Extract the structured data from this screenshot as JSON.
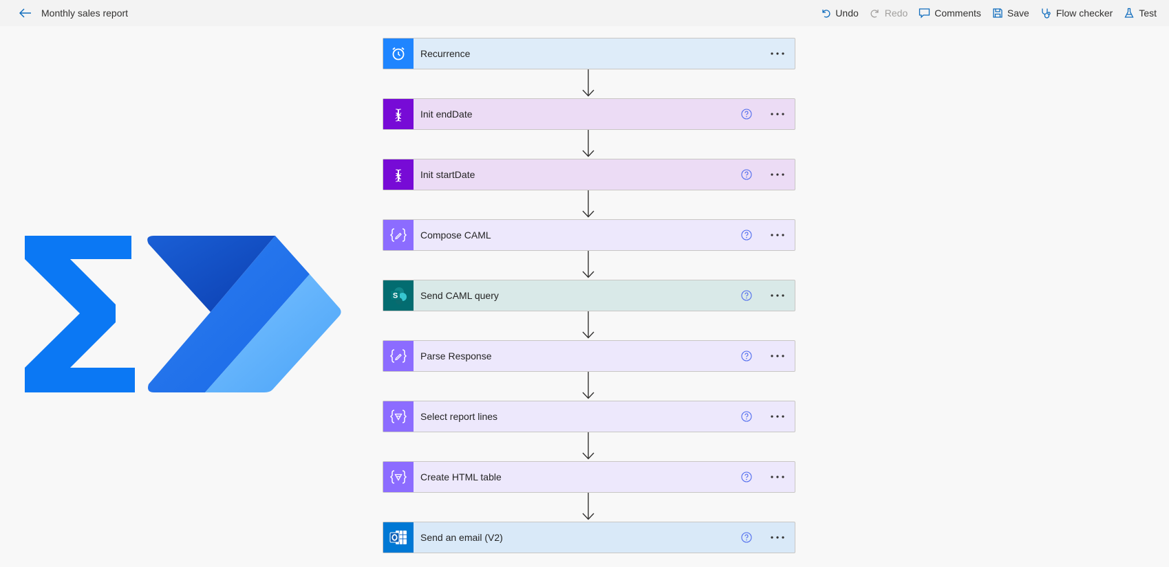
{
  "header": {
    "title": "Monthly sales report",
    "commands": [
      {
        "id": "undo",
        "label": "Undo",
        "icon": "undo-icon",
        "disabled": false
      },
      {
        "id": "redo",
        "label": "Redo",
        "icon": "redo-icon",
        "disabled": true
      },
      {
        "id": "comments",
        "label": "Comments",
        "icon": "comment-icon",
        "disabled": false
      },
      {
        "id": "save",
        "label": "Save",
        "icon": "save-icon",
        "disabled": false
      },
      {
        "id": "flow-checker",
        "label": "Flow checker",
        "icon": "stethoscope-icon",
        "disabled": false
      },
      {
        "id": "test",
        "label": "Test",
        "icon": "flask-icon",
        "disabled": false
      }
    ]
  },
  "colors": {
    "accent": "#0f6cbd",
    "schedule_bg": "#deecf9",
    "schedule_icon": "#1f85ff",
    "variable_bg": "#ecdcf5",
    "variable_icon": "#770bd6",
    "dataop_bg": "#ede8fc",
    "dataop_icon": "#8c6cff",
    "sharepoint_bg": "#d9e9e8",
    "sharepoint_icon": "#036c70",
    "outlook_bg": "#d9e9f8",
    "outlook_icon": "#0078d4"
  },
  "steps": [
    {
      "label": "Recurrence",
      "kind": "schedule",
      "icon": "alarm-clock-icon",
      "help": false
    },
    {
      "label": "Init endDate",
      "kind": "variable",
      "icon": "variable-icon",
      "help": true
    },
    {
      "label": "Init startDate",
      "kind": "variable",
      "icon": "variable-icon",
      "help": true
    },
    {
      "label": "Compose CAML",
      "kind": "dataop",
      "icon": "compose-icon",
      "help": true
    },
    {
      "label": "Send CAML query",
      "kind": "sharepoint",
      "icon": "sharepoint-icon",
      "help": true
    },
    {
      "label": "Parse Response",
      "kind": "dataop",
      "icon": "compose-icon",
      "help": true
    },
    {
      "label": "Select report lines",
      "kind": "dataop",
      "icon": "select-icon",
      "help": true
    },
    {
      "label": "Create HTML table",
      "kind": "dataop",
      "icon": "select-icon",
      "help": true
    },
    {
      "label": "Send an email (V2)",
      "kind": "outlook",
      "icon": "outlook-icon",
      "help": true
    }
  ]
}
